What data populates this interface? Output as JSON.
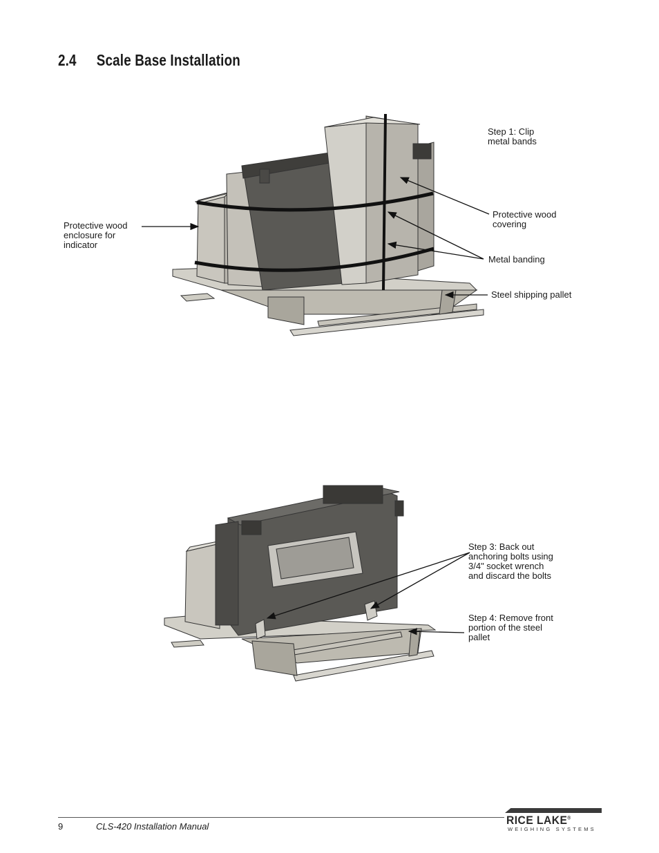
{
  "section": {
    "number": "2.4",
    "title": "Scale Base Installation"
  },
  "figure1": {
    "callouts": {
      "step1": "Step 1: Clip\nmetal bands",
      "enclosure": "Protective wood\nenclosure for\nindicator",
      "covering": "Protective wood\ncovering",
      "banding": "Metal banding",
      "pallet": "Steel shipping pallet"
    }
  },
  "figure2": {
    "callouts": {
      "step3": "Step 3: Back out\nanchoring bolts using\n3/4\" socket wrench\nand discard the bolts",
      "step4": "Step 4: Remove front\nportion of the steel\npallet"
    }
  },
  "footer": {
    "page": "9",
    "manual": "CLS-420 Installation Manual",
    "logo_main": "RICE LAKE",
    "logo_mark": "®",
    "logo_sub": "WEIGHING SYSTEMS"
  },
  "colors": {
    "text": "#1a1a1a",
    "rule": "#555555",
    "logo": "#2a2a2a"
  }
}
